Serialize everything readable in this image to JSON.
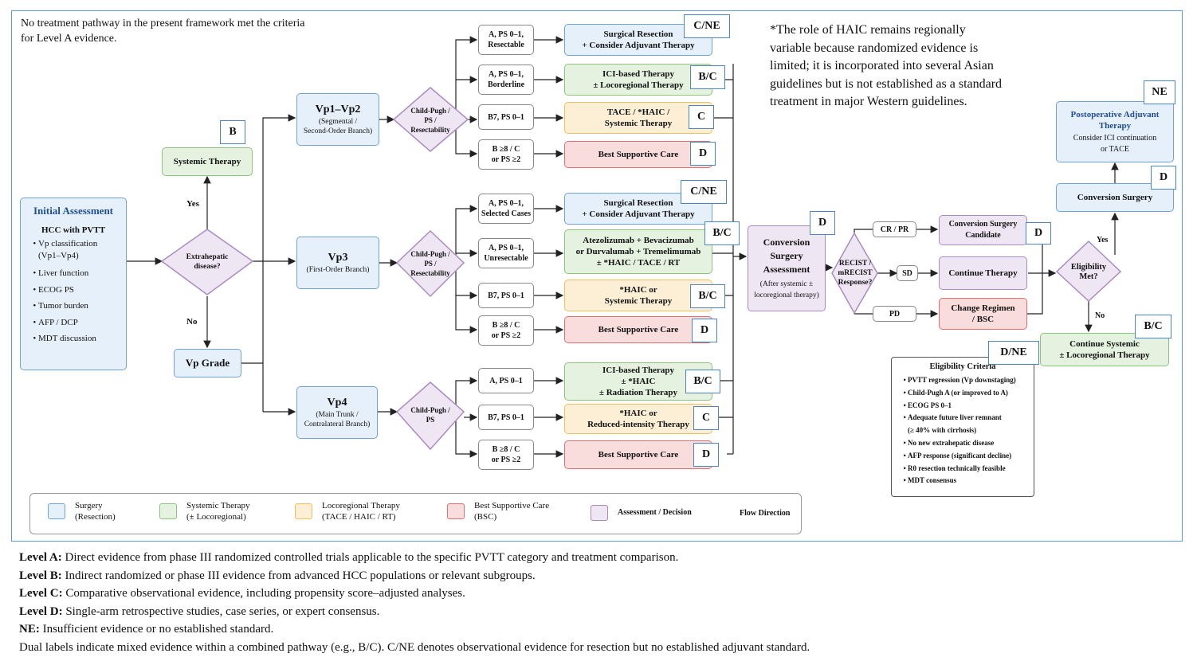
{
  "top_note": [
    "No treatment pathway in the present framework met the criteria",
    "for Level A evidence."
  ],
  "haic_note": [
    "*The role of HAIC remains regionally",
    "variable because randomized evidence is",
    "limited; it is incorporated into several Asian",
    "guidelines but is not established as a standard",
    "treatment in major Western guidelines."
  ],
  "initial": {
    "title": "Initial Assessment",
    "subtitle": "HCC with PVTT",
    "items": [
      "Vp classification",
      "(Vp1–Vp4)",
      "Liver function",
      "ECOG PS",
      "Tumor burden",
      "AFP / DCP",
      "MDT discussion"
    ]
  },
  "extrahepatic": {
    "label": [
      "Extrahepatic",
      "disease?"
    ],
    "yes": "Yes",
    "no": "No"
  },
  "systemic": {
    "label": "Systemic Therapy",
    "badge": "B"
  },
  "vp_grade": "Vp Grade",
  "vp": [
    {
      "title": "Vp1–Vp2",
      "sub": [
        "(Segmental /",
        "Second-Order Branch)"
      ]
    },
    {
      "title": "Vp3",
      "sub": [
        "(First-Order Branch)"
      ]
    },
    {
      "title": "Vp4",
      "sub": [
        "(Main Trunk /",
        "Contralateral Branch)"
      ]
    }
  ],
  "decisions": [
    [
      "Child-Pugh /",
      "PS /",
      "Resectability"
    ],
    [
      "Child-Pugh /",
      "PS /",
      "Resectability"
    ],
    [
      "Child-Pugh /",
      "PS"
    ]
  ],
  "branches": {
    "vp12": [
      {
        "crit": [
          "A, PS 0–1,",
          "Resectable"
        ],
        "tx": [
          "Surgical Resection",
          "+ Consider Adjuvant Therapy"
        ],
        "badge": "C/NE"
      },
      {
        "crit": [
          "A, PS 0–1,",
          "Borderline"
        ],
        "tx": [
          "ICI-based Therapy",
          "± Locoregional Therapy"
        ],
        "badge": "B/C"
      },
      {
        "crit": [
          "B7, PS 0–1"
        ],
        "tx": [
          "TACE / *HAIC /",
          "Systemic Therapy"
        ],
        "badge": "C"
      },
      {
        "crit": [
          "B ≥8 / C",
          "or PS ≥2"
        ],
        "tx": [
          "Best Supportive Care"
        ],
        "badge": "D"
      }
    ],
    "vp3": [
      {
        "crit": [
          "A, PS 0–1,",
          "Selected Cases"
        ],
        "tx": [
          "Surgical Resection",
          "+ Consider Adjuvant Therapy"
        ],
        "badge": "C/NE"
      },
      {
        "crit": [
          "A, PS 0–1,",
          "Unresectable"
        ],
        "tx": [
          "Atezolizumab + Bevacizumab",
          "or Durvalumab + Tremelimumab",
          "± *HAIC / TACE / RT"
        ],
        "badge": "B/C"
      },
      {
        "crit": [
          "B7, PS 0–1"
        ],
        "tx": [
          "*HAIC or",
          "Systemic Therapy"
        ],
        "badge": "B/C"
      },
      {
        "crit": [
          "B ≥8 / C",
          "or PS ≥2"
        ],
        "tx": [
          "Best Supportive Care"
        ],
        "badge": "D"
      }
    ],
    "vp4": [
      {
        "crit": [
          "A, PS 0–1"
        ],
        "tx": [
          "ICI-based Therapy",
          "± *HAIC",
          "± Radiation Therapy"
        ],
        "badge": "B/C"
      },
      {
        "crit": [
          "B7, PS 0–1"
        ],
        "tx": [
          "*HAIC or",
          "Reduced-intensity Therapy"
        ],
        "badge": "C"
      },
      {
        "crit": [
          "B ≥8 / C",
          "or PS ≥2"
        ],
        "tx": [
          "Best Supportive Care"
        ],
        "badge": "D"
      }
    ]
  },
  "conversion": {
    "title": [
      "Conversion",
      "Surgery",
      "Assessment"
    ],
    "sub": [
      "(After systemic ±",
      "locoregional therapy)"
    ],
    "badge": "D"
  },
  "recist": [
    "RECIST /",
    "mRECIST",
    "Response?"
  ],
  "responses": [
    {
      "label": "CR / PR",
      "tx": [
        "Conversion Surgery",
        "Candidate"
      ],
      "badge": "D"
    },
    {
      "label": "SD",
      "tx": [
        "Continue Therapy"
      ]
    },
    {
      "label": "PD",
      "tx": [
        "Change Regimen",
        "/ BSC"
      ]
    }
  ],
  "eligibility": {
    "label": [
      "Eligibility",
      "Met?"
    ],
    "yes": "Yes",
    "no": "No"
  },
  "conversion_surgery": {
    "label": "Conversion Surgery",
    "badge": "D"
  },
  "postop": {
    "title": [
      "Postoperative Adjuvant",
      "Therapy"
    ],
    "sub": [
      "Consider ICI continuation",
      "or TACE"
    ],
    "badge": "NE"
  },
  "continue_systemic": {
    "label": [
      "Continue Systemic",
      "± Locoregional Therapy"
    ],
    "badge": "B/C"
  },
  "criteria": {
    "title": "Eligibility Criteria",
    "badge": "D/NE",
    "items": [
      "PVTT regression (Vp downstaging)",
      "Child-Pugh A (or improved to A)",
      "ECOG PS 0–1",
      "Adequate future liver remnant",
      "(≥ 40% with cirrhosis)",
      "No new extrahepatic disease",
      "AFP response (significant decline)",
      "R0 resection technically feasible",
      "MDT consensus"
    ]
  },
  "legend": [
    {
      "label": [
        "Surgery",
        "(Resection)"
      ],
      "color": "#e6f0fa",
      "border": "#6fa3d6"
    },
    {
      "label": [
        "Systemic Therapy",
        "(± Locoregional)"
      ],
      "color": "#e4f2df",
      "border": "#8cc47c"
    },
    {
      "label": [
        "Locoregional Therapy",
        "(TACE / HAIC / RT)"
      ],
      "color": "#fcefd6",
      "border": "#f0c060"
    },
    {
      "label": [
        "Best Supportive Care",
        "(BSC)"
      ],
      "color": "#f9dcdc",
      "border": "#e07070"
    },
    {
      "label": [
        "Assessment / Decision"
      ],
      "color": "#efe6f4",
      "border": "#a98bc0"
    }
  ],
  "legend_flow": "Flow Direction",
  "levels": [
    {
      "key": "Level A:",
      "text": " Direct evidence from phase III randomized controlled trials applicable to the specific PVTT category and treatment comparison."
    },
    {
      "key": "Level B:",
      "text": " Indirect randomized or phase III evidence from advanced HCC populations or relevant subgroups."
    },
    {
      "key": "Level C:",
      "text": " Comparative observational evidence, including propensity score–adjusted analyses."
    },
    {
      "key": "Level D:",
      "text": " Single-arm retrospective studies, case series, or expert consensus."
    },
    {
      "key": "NE:",
      "text": " Insufficient evidence or no established standard."
    },
    {
      "key": "",
      "text": "Dual labels indicate mixed evidence within a combined pathway (e.g., B/C). C/NE denotes observational evidence for resection but no established adjuvant standard."
    }
  ]
}
